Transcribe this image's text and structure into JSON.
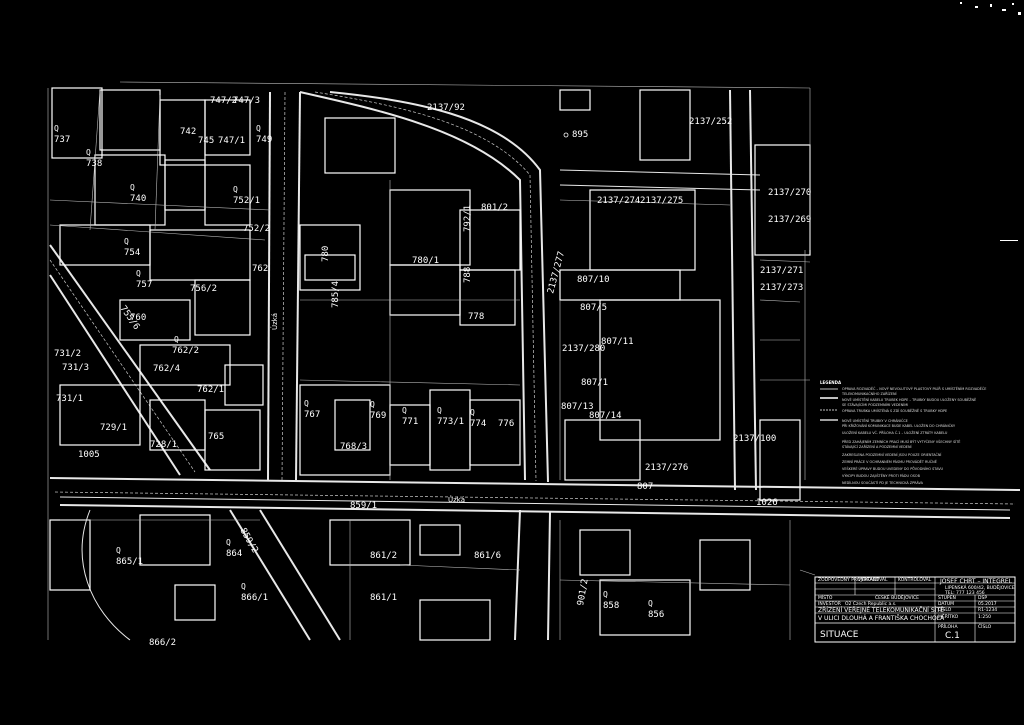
{
  "parcels": [
    {
      "label": "737"
    },
    {
      "label": "738"
    },
    {
      "label": "740"
    },
    {
      "label": "742"
    },
    {
      "label": "745"
    },
    {
      "label": "747/1"
    },
    {
      "label": "747/2"
    },
    {
      "label": "747/3"
    },
    {
      "label": "749"
    },
    {
      "label": "752/1"
    },
    {
      "label": "752/2"
    },
    {
      "label": "754"
    },
    {
      "label": "756/2"
    },
    {
      "label": "757"
    },
    {
      "label": "760"
    },
    {
      "label": "762"
    },
    {
      "label": "762/1"
    },
    {
      "label": "762/2"
    },
    {
      "label": "762/4"
    },
    {
      "label": "765"
    },
    {
      "label": "767"
    },
    {
      "label": "768/3"
    },
    {
      "label": "769"
    },
    {
      "label": "771"
    },
    {
      "label": "773/1"
    },
    {
      "label": "774"
    },
    {
      "label": "776"
    },
    {
      "label": "778"
    },
    {
      "label": "780/1"
    },
    {
      "label": "780"
    },
    {
      "label": "785/4"
    },
    {
      "label": "788"
    },
    {
      "label": "792/1"
    },
    {
      "label": "801/2"
    },
    {
      "label": "807/1"
    },
    {
      "label": "807/5"
    },
    {
      "label": "807/10"
    },
    {
      "label": "807/11"
    },
    {
      "label": "807/13"
    },
    {
      "label": "807/14"
    },
    {
      "label": "895"
    },
    {
      "label": "2137/92"
    },
    {
      "label": "2137/252"
    },
    {
      "label": "2137/270"
    },
    {
      "label": "2137/269"
    },
    {
      "label": "2137/271"
    },
    {
      "label": "2137/273"
    },
    {
      "label": "2137/274"
    },
    {
      "label": "2137/275"
    },
    {
      "label": "2137/277"
    },
    {
      "label": "2137/280"
    },
    {
      "label": "2137/100"
    },
    {
      "label": "2137/276"
    },
    {
      "label": "729/1"
    },
    {
      "label": "728/1"
    },
    {
      "label": "731/1"
    },
    {
      "label": "731/2"
    },
    {
      "label": "731/3"
    },
    {
      "label": "755/6"
    },
    {
      "label": "859/1"
    },
    {
      "label": "861/2"
    },
    {
      "label": "861/6"
    },
    {
      "label": "861/1"
    },
    {
      "label": "864"
    },
    {
      "label": "865/1"
    },
    {
      "label": "866/1"
    },
    {
      "label": "866/2"
    },
    {
      "label": "858"
    },
    {
      "label": "856"
    },
    {
      "label": "901/2"
    },
    {
      "label": "859/2"
    },
    {
      "label": "1005"
    },
    {
      "label": "1026"
    },
    {
      "label": "807"
    }
  ],
  "streets": [
    "Úzká",
    "Úzká"
  ],
  "legend": {
    "title": "LEGENDA",
    "lines": [
      "OPRAVA ROZVADĚČ – NOVÝ NEVOLUTOVÝ PLASTOVÝ PILÍŘ S UMÍSTĚNÍM ROZVADĚČE",
      "TELEKOMUNIKAČNÍHO ZAŘÍZENÍ",
      "NOVÉ UMÍSTĚNÍ KABELU TRUBEK HDPE – TRUBKY BUDOU ULOŽENY SOUBĚŽNĚ",
      "SE STÁVAJÍCÍMI PODZEMNÍMI VEDENÍMI",
      "OPRAVA TRUBKA UMÍSTĚNÁ S ZDÍ SOUBĚŽNĚ S TRUBKY HDPE",
      "NOVÉ UMÍSTĚNÍ TRUBKY V CHRÁNIČCE",
      "PŘI KŘIŽOVÁNÍ KOMUNIKACE BUDE KABEL ULOŽEN DO CHRÁNIČKY",
      "ULOŽENÍ KABELU VČ. PŘÍLOHA Č.1 – ULOŽENÍ ZTRÁTY KABELU",
      "PŘED ZAHÁJENÍM ZEMNÍCH PRACÍ MUSÍ BÝT VYTYČENY VŠECHNY SÍTĚ",
      "STÁVAJÍCÍ ZAŘÍZENÍ A PODZEMNÍ VEDENÍ",
      "ZAKRESLENA PODZEMNÍ VEDENÍ JSOU POUZE ORIENTAČNÍ",
      "ZEMNÍ PRÁCE V OCHRANNÉM PÁSMU PROVÁDĚT RUČNĚ",
      "VEŠKERÉ ÚPRAVY BUDOU UVEDENY DO PŮVODNÍHO STAVU",
      "VÝKOPY BUDOU ZAJIŠTĚNY PROTI PÁDU OSOB",
      "NEDÍLNOU SOUČÁSTÍ PD JE TECHNICKÁ ZPRÁVA"
    ]
  },
  "title_block": {
    "row_labels": [
      "ZODPOVĚDNÝ PROJEKTANT",
      "VYPRACOVAL",
      "KONTROLOVAL"
    ],
    "company": "JOSEF CHRT – INTEGREL",
    "company_addr": "LIPENSKÁ 600/42, BUDĚJOVICE",
    "company_tel": "TEL: 777 123 456",
    "location_label": "MÍSTO",
    "location": "ČESKÉ BUDĚJOVICE",
    "investor_label": "INVESTOR",
    "investor": "O2 Czech Republic a.s.",
    "stage_label": "STUPEŇ",
    "stage": "DSP",
    "date_label": "DATUM",
    "date": "05.2017",
    "number_label": "ČÍSLO",
    "number": "R1-1234",
    "scale_label": "MĚŘÍTKO",
    "scale": "1:250",
    "project_line1": "ZŘÍZENÍ VEŘEJNÉ TELEKOMUNIKAČNÍ SÍTĚ",
    "project_line2": "V ULICI DLOUHÁ A FRANTIŠKA CHOCHOLA",
    "drawing_label": "PŘÍLOHA",
    "drawing_no_label": "ČÍSLO",
    "drawing_title": "SITUACE",
    "drawing_number": "C.1"
  }
}
